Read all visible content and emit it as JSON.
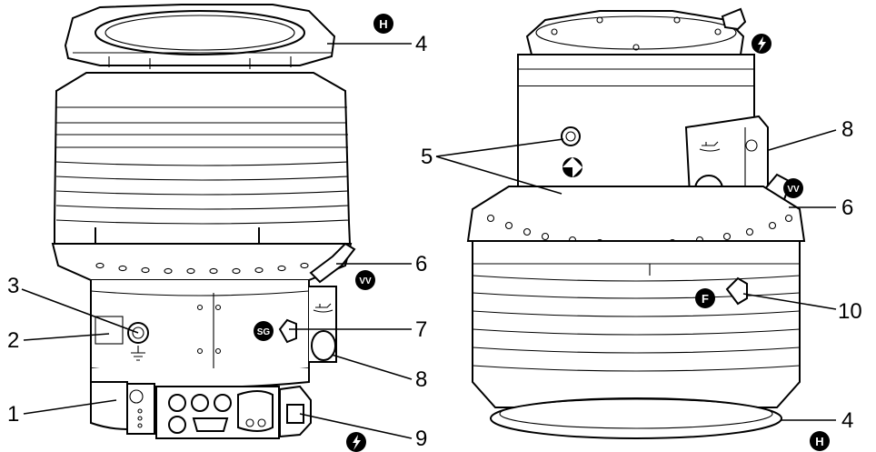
{
  "callouts": [
    {
      "id": "n4a",
      "text": "4"
    },
    {
      "id": "n3",
      "text": "3"
    },
    {
      "id": "n2",
      "text": "2"
    },
    {
      "id": "n1",
      "text": "1"
    },
    {
      "id": "n6a",
      "text": "6"
    },
    {
      "id": "n7",
      "text": "7"
    },
    {
      "id": "n8a",
      "text": "8"
    },
    {
      "id": "n9",
      "text": "9"
    },
    {
      "id": "n5",
      "text": "5"
    },
    {
      "id": "n8b",
      "text": "8"
    },
    {
      "id": "n6b",
      "text": "6"
    },
    {
      "id": "n10",
      "text": "10"
    },
    {
      "id": "n4b",
      "text": "4"
    }
  ],
  "badges": [
    {
      "id": "b-h1",
      "text": "H"
    },
    {
      "id": "b-vv1",
      "text": "VV"
    },
    {
      "id": "b-sg",
      "text": "SG"
    },
    {
      "id": "b-vv2",
      "text": "VV"
    },
    {
      "id": "b-f",
      "text": "F"
    },
    {
      "id": "b-h2",
      "text": "H"
    }
  ],
  "icons": [
    "lightning-icon",
    "lightning-icon",
    "ground-icon",
    "oil-can-icon",
    "balance-mark-icon"
  ]
}
